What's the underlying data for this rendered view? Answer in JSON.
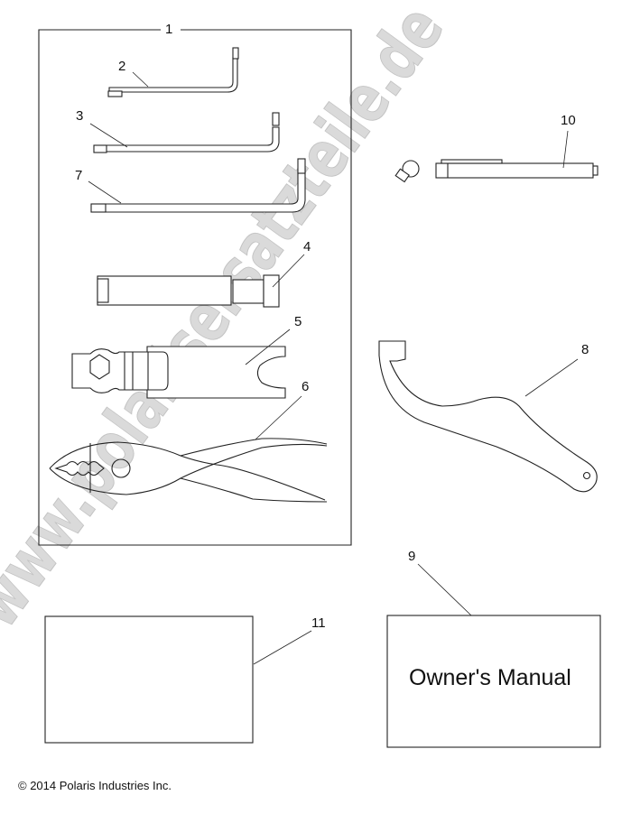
{
  "callouts": {
    "kit": "1",
    "hex_key_small": "2",
    "hex_key_medium": "3",
    "socket": "4",
    "spanner": "5",
    "pliers": "6",
    "hex_key_large": "7",
    "spanner_hook": "8",
    "owners_manual": "9",
    "spark_plug_tool": "10",
    "decal_card": "11"
  },
  "manual_text": "Owner's Manual",
  "copyright": "© 2014 Polaris Industries Inc.",
  "watermark": "www.polarisersatzteile.de",
  "colors": {
    "line": "#222222",
    "watermark": "#d6d6d6"
  }
}
